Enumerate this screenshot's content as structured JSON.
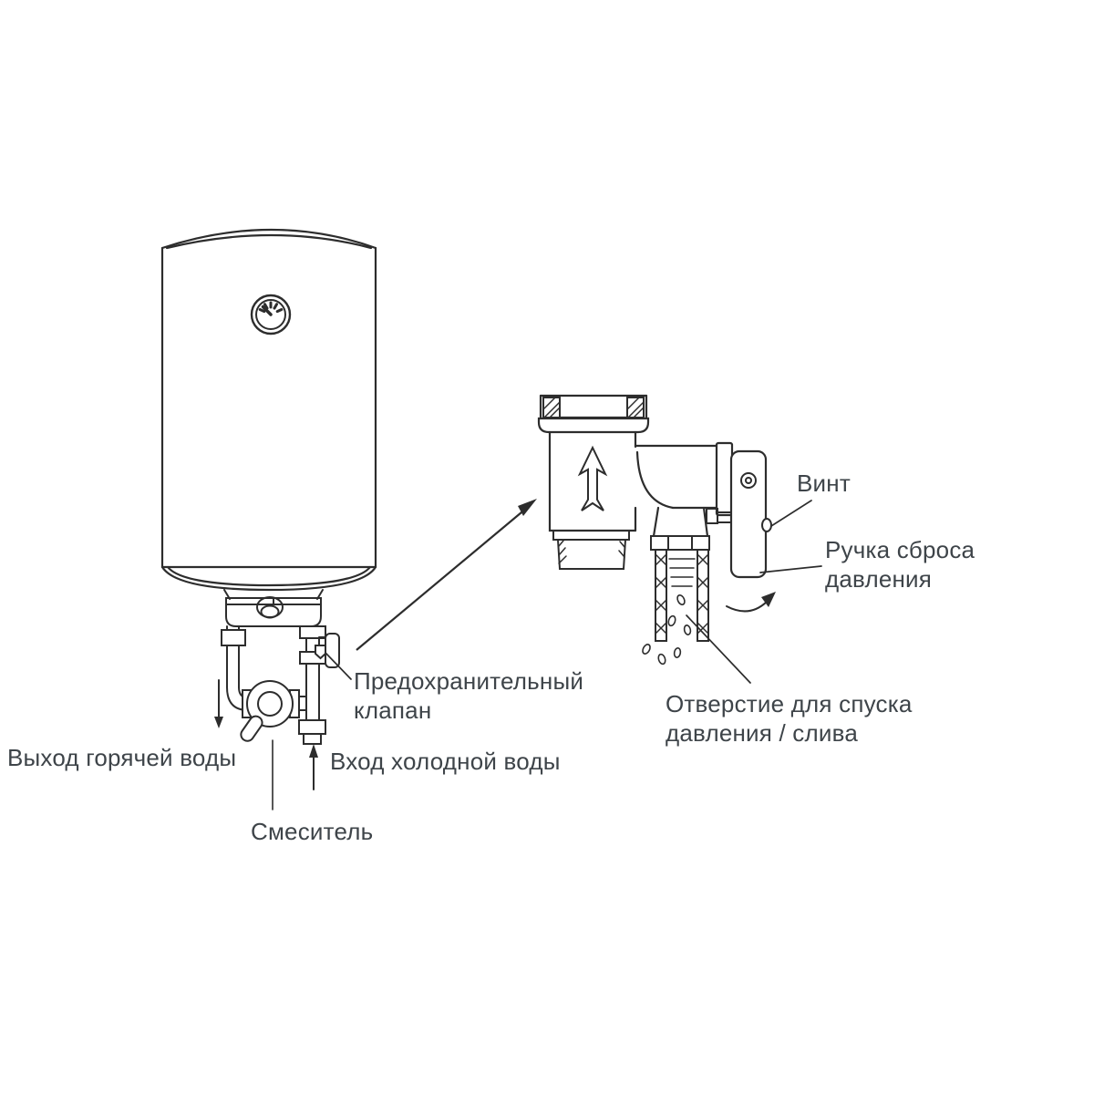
{
  "diagram": {
    "background_color": "#ffffff",
    "line_color": "#2d2d2d",
    "text_color": "#3e4449",
    "labels": {
      "hot_out": "Выход горячей воды",
      "cold_in": "Вход холодной воды",
      "mixer": "Смеситель",
      "safety_valve_line1": "Предохранительный",
      "safety_valve_line2": "клапан",
      "screw": "Винт",
      "relief_handle_line1": "Ручка сброса",
      "relief_handle_line2": "давления",
      "drain_hole_line1": "Отверстие для спуска",
      "drain_hole_line2": "давления / слива"
    }
  }
}
